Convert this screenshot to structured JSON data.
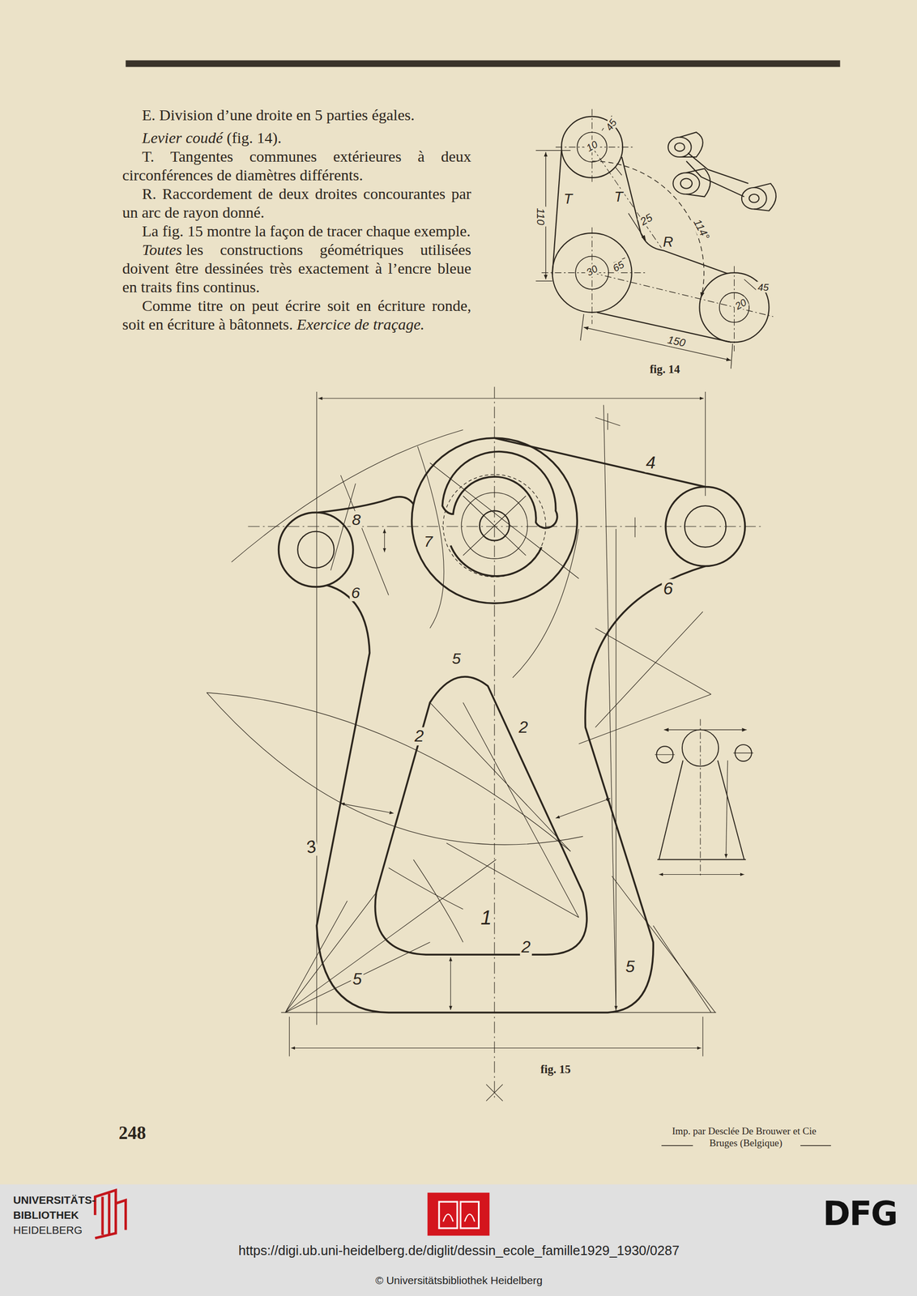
{
  "diagram": {
    "labels": [
      "E. Division d’une droite en 5 parties égales.",
      "Levier coudé",
      "(fig. 14).",
      "T. Tangentes communes extérieures à deux circonférences de diamètres différents.",
      "R. Raccordement de deux droites concourantes par un arc de rayon donné.",
      "La fig. 15 montre la façon de tracer chaque exemple.",
      "Toutes",
      "les constructions géométriques utilisées doivent être dessinées très exactement à l’encre bleue en traits fins continus.",
      "Comme titre on peut écrire soit en écriture ronde, soit en écriture à bâtonnets.",
      "Exercice de traçage.",
      "45",
      "10",
      "110",
      "T",
      "T",
      "25",
      "114°",
      "R",
      "30",
      "65",
      "20",
      "45",
      "150",
      "fig. 14",
      "4",
      "8",
      "7",
      "6",
      "6",
      "5",
      "2",
      "2",
      "3",
      "1",
      "2",
      "5",
      "5",
      "fig. 15",
      "248",
      "Imp. par Desclée De Brouwer et Cie",
      "Bruges (Belgique)",
      "UNIVERSITÄTS-",
      "BIBLIOTHEK",
      "HEIDELBERG",
      "DFG",
      "https://digi.ub.uni-heidelberg.de/diglit/dessin_ecole_famille1929_1930/0287",
      "© Universitätsbibliothek Heidelberg"
    ]
  }
}
